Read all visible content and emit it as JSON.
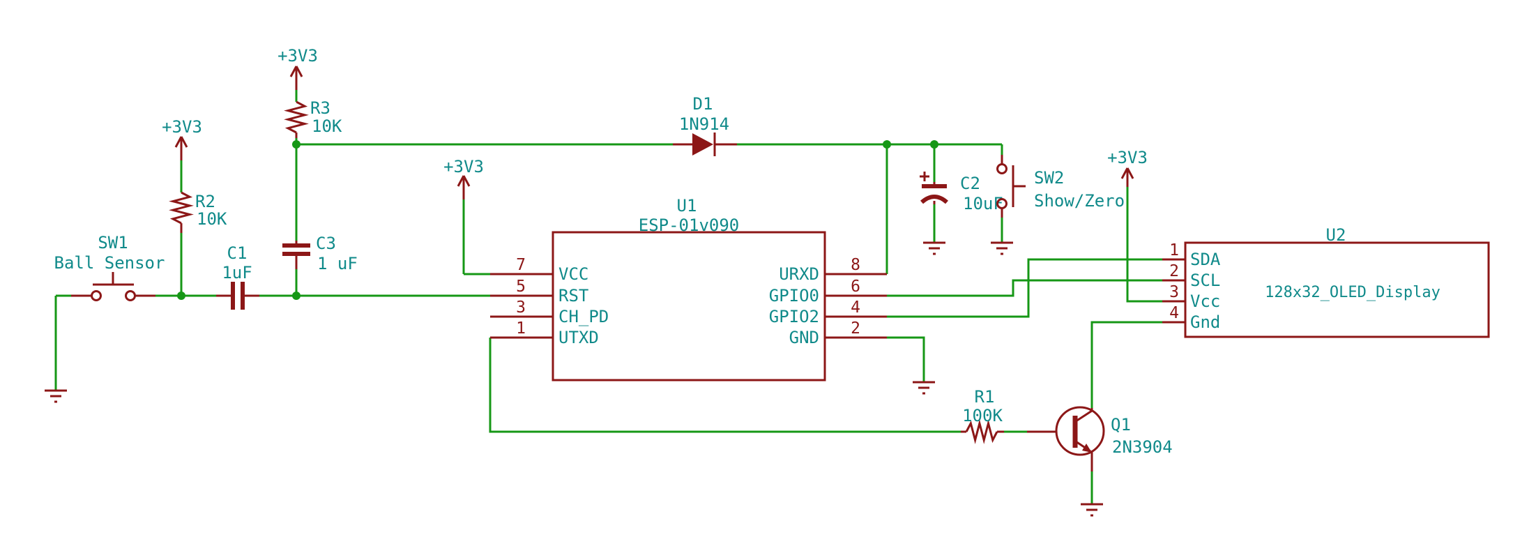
{
  "schematic": {
    "type": "kicad-style circuit schematic",
    "power": {
      "rail_label": "+3V3"
    },
    "colors": {
      "wire": "#169716",
      "symbol": "#8c1717",
      "text": "#108a8a",
      "junction": "#169716",
      "background": "#ffffff"
    },
    "components": {
      "r1": {
        "ref": "R1",
        "value": "100K"
      },
      "r2": {
        "ref": "R2",
        "value": "10K"
      },
      "r3": {
        "ref": "R3",
        "value": "10K"
      },
      "c1": {
        "ref": "C1",
        "value": "1uF"
      },
      "c2": {
        "ref": "C2",
        "value": "10uF"
      },
      "c3": {
        "ref": "C3",
        "value": "1 uF"
      },
      "d1": {
        "ref": "D1",
        "value": "1N914"
      },
      "q1": {
        "ref": "Q1",
        "value": "2N3904"
      },
      "sw1": {
        "ref": "SW1",
        "value": "Ball Sensor"
      },
      "sw2": {
        "ref": "SW2",
        "value": "Show/Zero"
      },
      "u1": {
        "ref": "U1",
        "value": "ESP-01v090",
        "pins_left": [
          {
            "number": "7",
            "name": "VCC"
          },
          {
            "number": "5",
            "name": "RST"
          },
          {
            "number": "3",
            "name": "CH_PD"
          },
          {
            "number": "1",
            "name": "UTXD"
          }
        ],
        "pins_right": [
          {
            "number": "8",
            "name": "URXD"
          },
          {
            "number": "6",
            "name": "GPIO0"
          },
          {
            "number": "4",
            "name": "GPIO2"
          },
          {
            "number": "2",
            "name": "GND"
          }
        ]
      },
      "u2": {
        "ref": "U2",
        "value": "128x32_OLED_Display",
        "pins_left": [
          {
            "number": "1",
            "name": "SDA"
          },
          {
            "number": "2",
            "name": "SCL"
          },
          {
            "number": "3",
            "name": "Vcc"
          },
          {
            "number": "4",
            "name": "Gnd"
          }
        ]
      }
    }
  }
}
